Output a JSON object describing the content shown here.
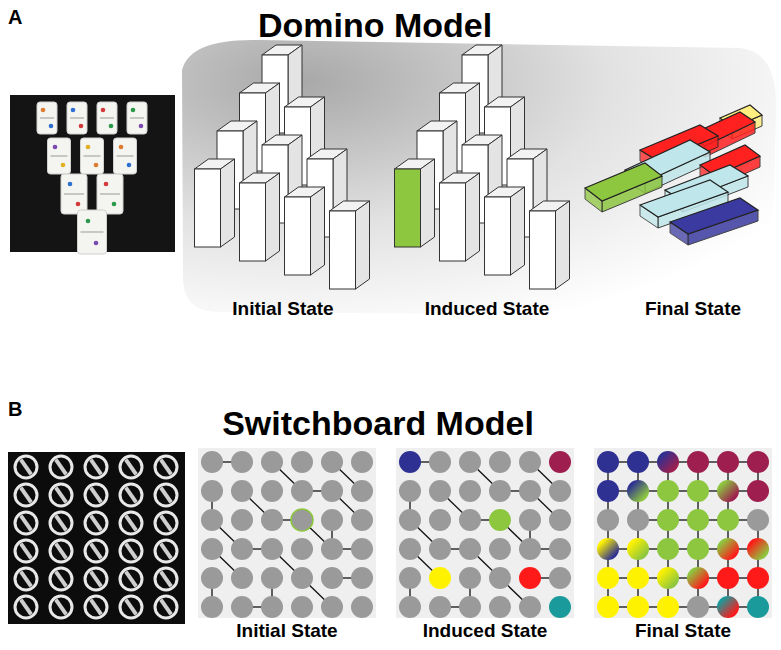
{
  "diagram": {
    "labels": [
      "A",
      "Domino Model",
      "Initial State",
      "Induced State",
      "Final State",
      "B",
      "Switchboard Model",
      "Initial State",
      "Induced State",
      "Final State"
    ]
  }
}
